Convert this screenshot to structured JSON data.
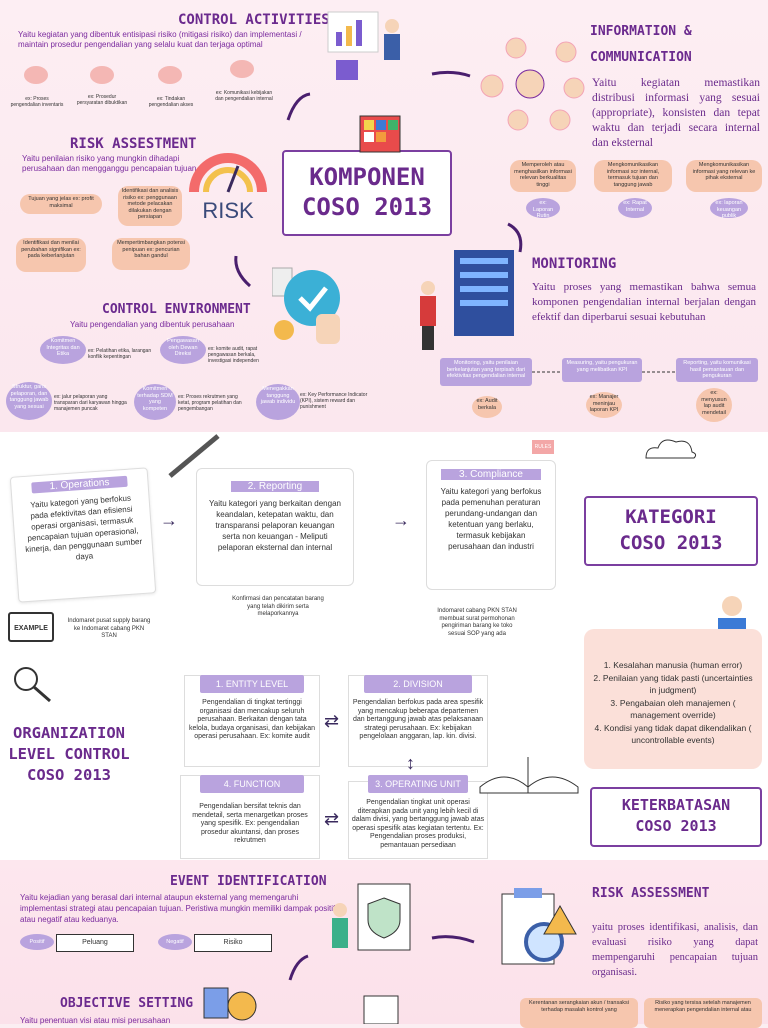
{
  "s1": {
    "control_activities": {
      "title": "CONTROL ACTIVITIES",
      "desc": "Yaitu kegiatan yang dibentuk entisipasi risiko (mitigasi risiko) dan implementasi / maintain prosedur pengendalian yang selalu kuat dan terjaga optimal",
      "examples": [
        "ex: Proses pengendalian inventaris",
        "ex: Prosedur persyaratan dibuktikan",
        "ex: Tindakan pengendalian akses",
        "ex: Komunikasi kebijakan dan pengendalian internal"
      ]
    },
    "risk_assessment": {
      "title": "RISK ASSESTMENT",
      "desc": "Yaitu penilaian risiko yang mungkin dihadapi perusahaan dan mengganggu pencapaian tujuan",
      "pills": [
        "Tujuan yang jelas ex: profit maksimal",
        "Identifikasi dan analisis risiko ex: penggunaan metode pelacakan dilakukan dengan persiapan",
        "Identifikasi dan menilai perubahan signifikan ex: pada keberlanjutan",
        "Mempertimbangkan potensi penipuan ex: pencurian bahan gandul"
      ],
      "risk_word": "RISK"
    },
    "control_environment": {
      "title": "CONTROL ENVIRONMENT",
      "desc": "Yaitu pengendalian yang dibentuk perusahaan",
      "items": [
        "Komitmen Integritas dan Etika",
        "ex: Pelatihan etika, larangan konflik kepentingan",
        "Pengawasan oleh Dewan Direksi",
        "ex: komite audit, rapat pengawasan berkala, investigasi independen",
        "Struktur, garis pelaporan, dan tanggung jawab yang sesuai",
        "ex: jalur pelaporan yang transparan dari karyawan hingga manajemen puncak",
        "Komitmen terhadap SDM yang kompeten",
        "ex: Proses rekrutmen yang ketat, program pelatihan dan pengembangan",
        "Menegakkan tanggung jawab individu",
        "ex: Key Performance Indicator (KPI), sistem reward dan punishment"
      ]
    },
    "center_title": {
      "line1": "KOMPONEN",
      "line2": "COSO 2013"
    },
    "info_comm": {
      "title1": "INFORMATION &",
      "title2": "COMMUNICATION",
      "desc": "Yaitu kegiatan memastikan distribusi informasi yang sesuai (appropriate), konsisten dan tepat waktu dan terjadi secara internal dan eksternal",
      "items": [
        "Memperoleh atau menghasilkan informasi relevan berkualitas tinggi",
        "Mengkomunikasikan informasi scr internal, termasuk tujuan dan tanggung jawab",
        "Mengkomunikasikan informasi yang relevan ke pihak eksternal"
      ],
      "ex": [
        "ex: Laporan Rutin",
        "ex: Rapat Internal",
        "ex: laporan keuangan publik"
      ]
    },
    "monitoring": {
      "title": "MONITORING",
      "desc": "Yaitu proses yang memastikan bahwa semua komponen pengendalian internal berjalan dengan efektif dan diperbarui sesuai kebutuhan",
      "boxes": [
        "Monitoring, yaitu penilaian berkelanjutan yang terpisah dari efektivitas pengendalian internal",
        "Measuring, yaitu pengukuran yang melibatkan KPI",
        "Reporting, yaitu komunikasi hasil pemantauan dan pengukuran"
      ],
      "ex": [
        "ex: Audit berkala",
        "ex: Manajer meninjau laporan KPI",
        "ex: menyusun lap audit mendetail"
      ]
    }
  },
  "s2": {
    "operations": {
      "title": "1. Operations",
      "desc": "Yaitu kategori yang berfokus pada efektivitas dan efisiensi operasi organisasi, termasuk pencapaian tujuan operasional, kinerja, dan penggunaan sumber daya",
      "example": "Indomaret pusat supply barang ke Indomaret cabang PKN STAN"
    },
    "reporting": {
      "title": "2. Reporting",
      "desc": "Yaitu kategori yang berkaitan dengan keandalan, ketepatan waktu, dan transparansi pelaporan keuangan serta non keuangan - Meliputi pelaporan eksternal dan internal",
      "example": "Konfirmasi dan pencatatan barang yang telah dikirim serta melaporkannya"
    },
    "compliance": {
      "title": "3. Compliance",
      "desc": "Yaitu kategori yang berfokus pada pemenuhan peraturan perundang-undangan dan ketentuan yang berlaku, termasuk kebijakan perusahaan dan industri",
      "example": "Indomaret cabang PKN STAN membuat surat permohonan pengiriman barang ke toko sesuai SOP yang ada"
    },
    "example_tag": "EXAMPLE",
    "kategori": {
      "line1": "KATEGORI",
      "line2": "COSO 2013"
    },
    "rules_tag": "RULES"
  },
  "s3": {
    "org_title": {
      "line1": "ORGANIZATION",
      "line2": "LEVEL CONTROL",
      "line3": "COSO 2013"
    },
    "entity": {
      "title": "1. ENTITY LEVEL",
      "desc": "Pengendalian di tingkat tertinggi organisasi dan mencakup seluruh perusahaan. Berkaitan dengan tata kelola, budaya organisasi, dan kebijakan operasi perusahaan. Ex: komite audit"
    },
    "division": {
      "title": "2. DIVISION",
      "desc": "Pengendalian berfokus pada area spesifik yang mencakup beberapa departemen dan bertanggung jawab atas pelaksanaan strategi perusahaan. Ex: kebijakan pengelolaan anggaran, lap. kin. divisi."
    },
    "function": {
      "title": "4. FUNCTION",
      "desc": "Pengendalian bersifat teknis dan mendetail, serta menargetkan proses yang spesifik. Ex: pengendalian prosedur akuntansi, dan proses rekrutmen"
    },
    "operating": {
      "title": "3. OPERATING UNIT",
      "desc": "Pengendalian tingkat unit operasi diterapkan pada unit yang lebih kecil di dalam divisi, yang bertanggung jawab atas operasi spesifik atas kegiatan tertentu. Ex: Pengendalian proses produksi, pemantauan persediaan"
    },
    "limitations": [
      "1. Kesalahan manusia (human error)",
      "2. Penilaian yang tidak pasti (uncertainties in judgment)",
      "3. Pengabaian oleh manajemen ( management override)",
      "4. Kondisi yang tidak dapat dikendalikan ( uncontrollable events)"
    ],
    "keterbatasan": {
      "line1": "KETERBATASAN",
      "line2": "COSO 2013"
    }
  },
  "s4": {
    "event": {
      "title": "EVENT IDENTIFICATION",
      "desc": "Yaitu kejadian yang berasal dari internal ataupun eksternal yang memengaruhi implementasi strategi atau pencapaian tujuan. Peristiwa mungkin memiliki dampak positif atau negatif atau keduanya.",
      "pos": "Positif",
      "pos_label": "Peluang",
      "neg": "Negatif",
      "neg_label": "Risiko"
    },
    "objective": {
      "title": "OBJECTIVE SETTING",
      "desc": "Yaitu penentuan visi atau misi perusahaan"
    },
    "risk_assessment": {
      "title": "RISK ASSESSMENT",
      "desc": "yaitu proses identifikasi, analisis, dan evaluasi risiko yang dapat mempengaruhi pencapaian tujuan organisasi.",
      "pills": [
        "Kerentanan serangkaian akun / transaksi terhadap masalah kontrol yang",
        "Risiko yang tersisa setelah manajemen menerapkan pengendalian internal atau"
      ]
    }
  },
  "colors": {
    "purple": "#6b2a8e",
    "lavender": "#b9a3de",
    "peach": "#f6c6ae"
  }
}
